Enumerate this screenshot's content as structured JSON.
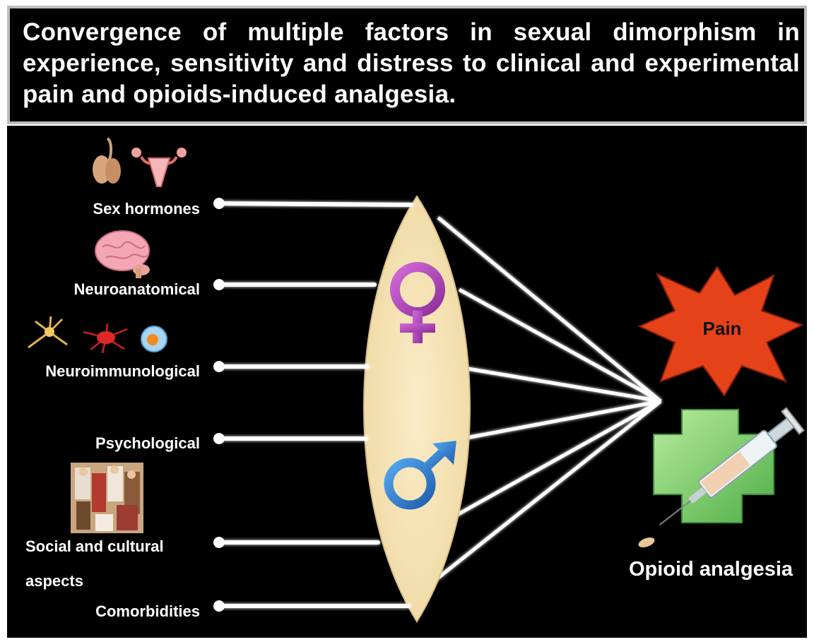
{
  "title": "Convergence of multiple factors in sexual dimorphism in experience, sensitivity and distress to clinical and experimental pain and opioids-induced analgesia.",
  "factors": [
    {
      "label": "Sex hormones"
    },
    {
      "label": "Neuroanatomical"
    },
    {
      "label": "Neuroimmunological"
    },
    {
      "label": "Psychological"
    },
    {
      "label_line1": "Social and cultural",
      "label_line2": "aspects"
    },
    {
      "label": "Comorbidities"
    }
  ],
  "outcomes": {
    "pain": "Pain",
    "analgesia": "Opioid analgesia"
  },
  "symbols": {
    "female": "female-symbol",
    "male": "male-symbol"
  },
  "colors": {
    "background": "#000000",
    "lens": "#f6e3b4",
    "female": "#b04ab8",
    "male": "#2a7fd0",
    "pain_burst": "#e8401c",
    "cross": "#7fcf6a"
  }
}
